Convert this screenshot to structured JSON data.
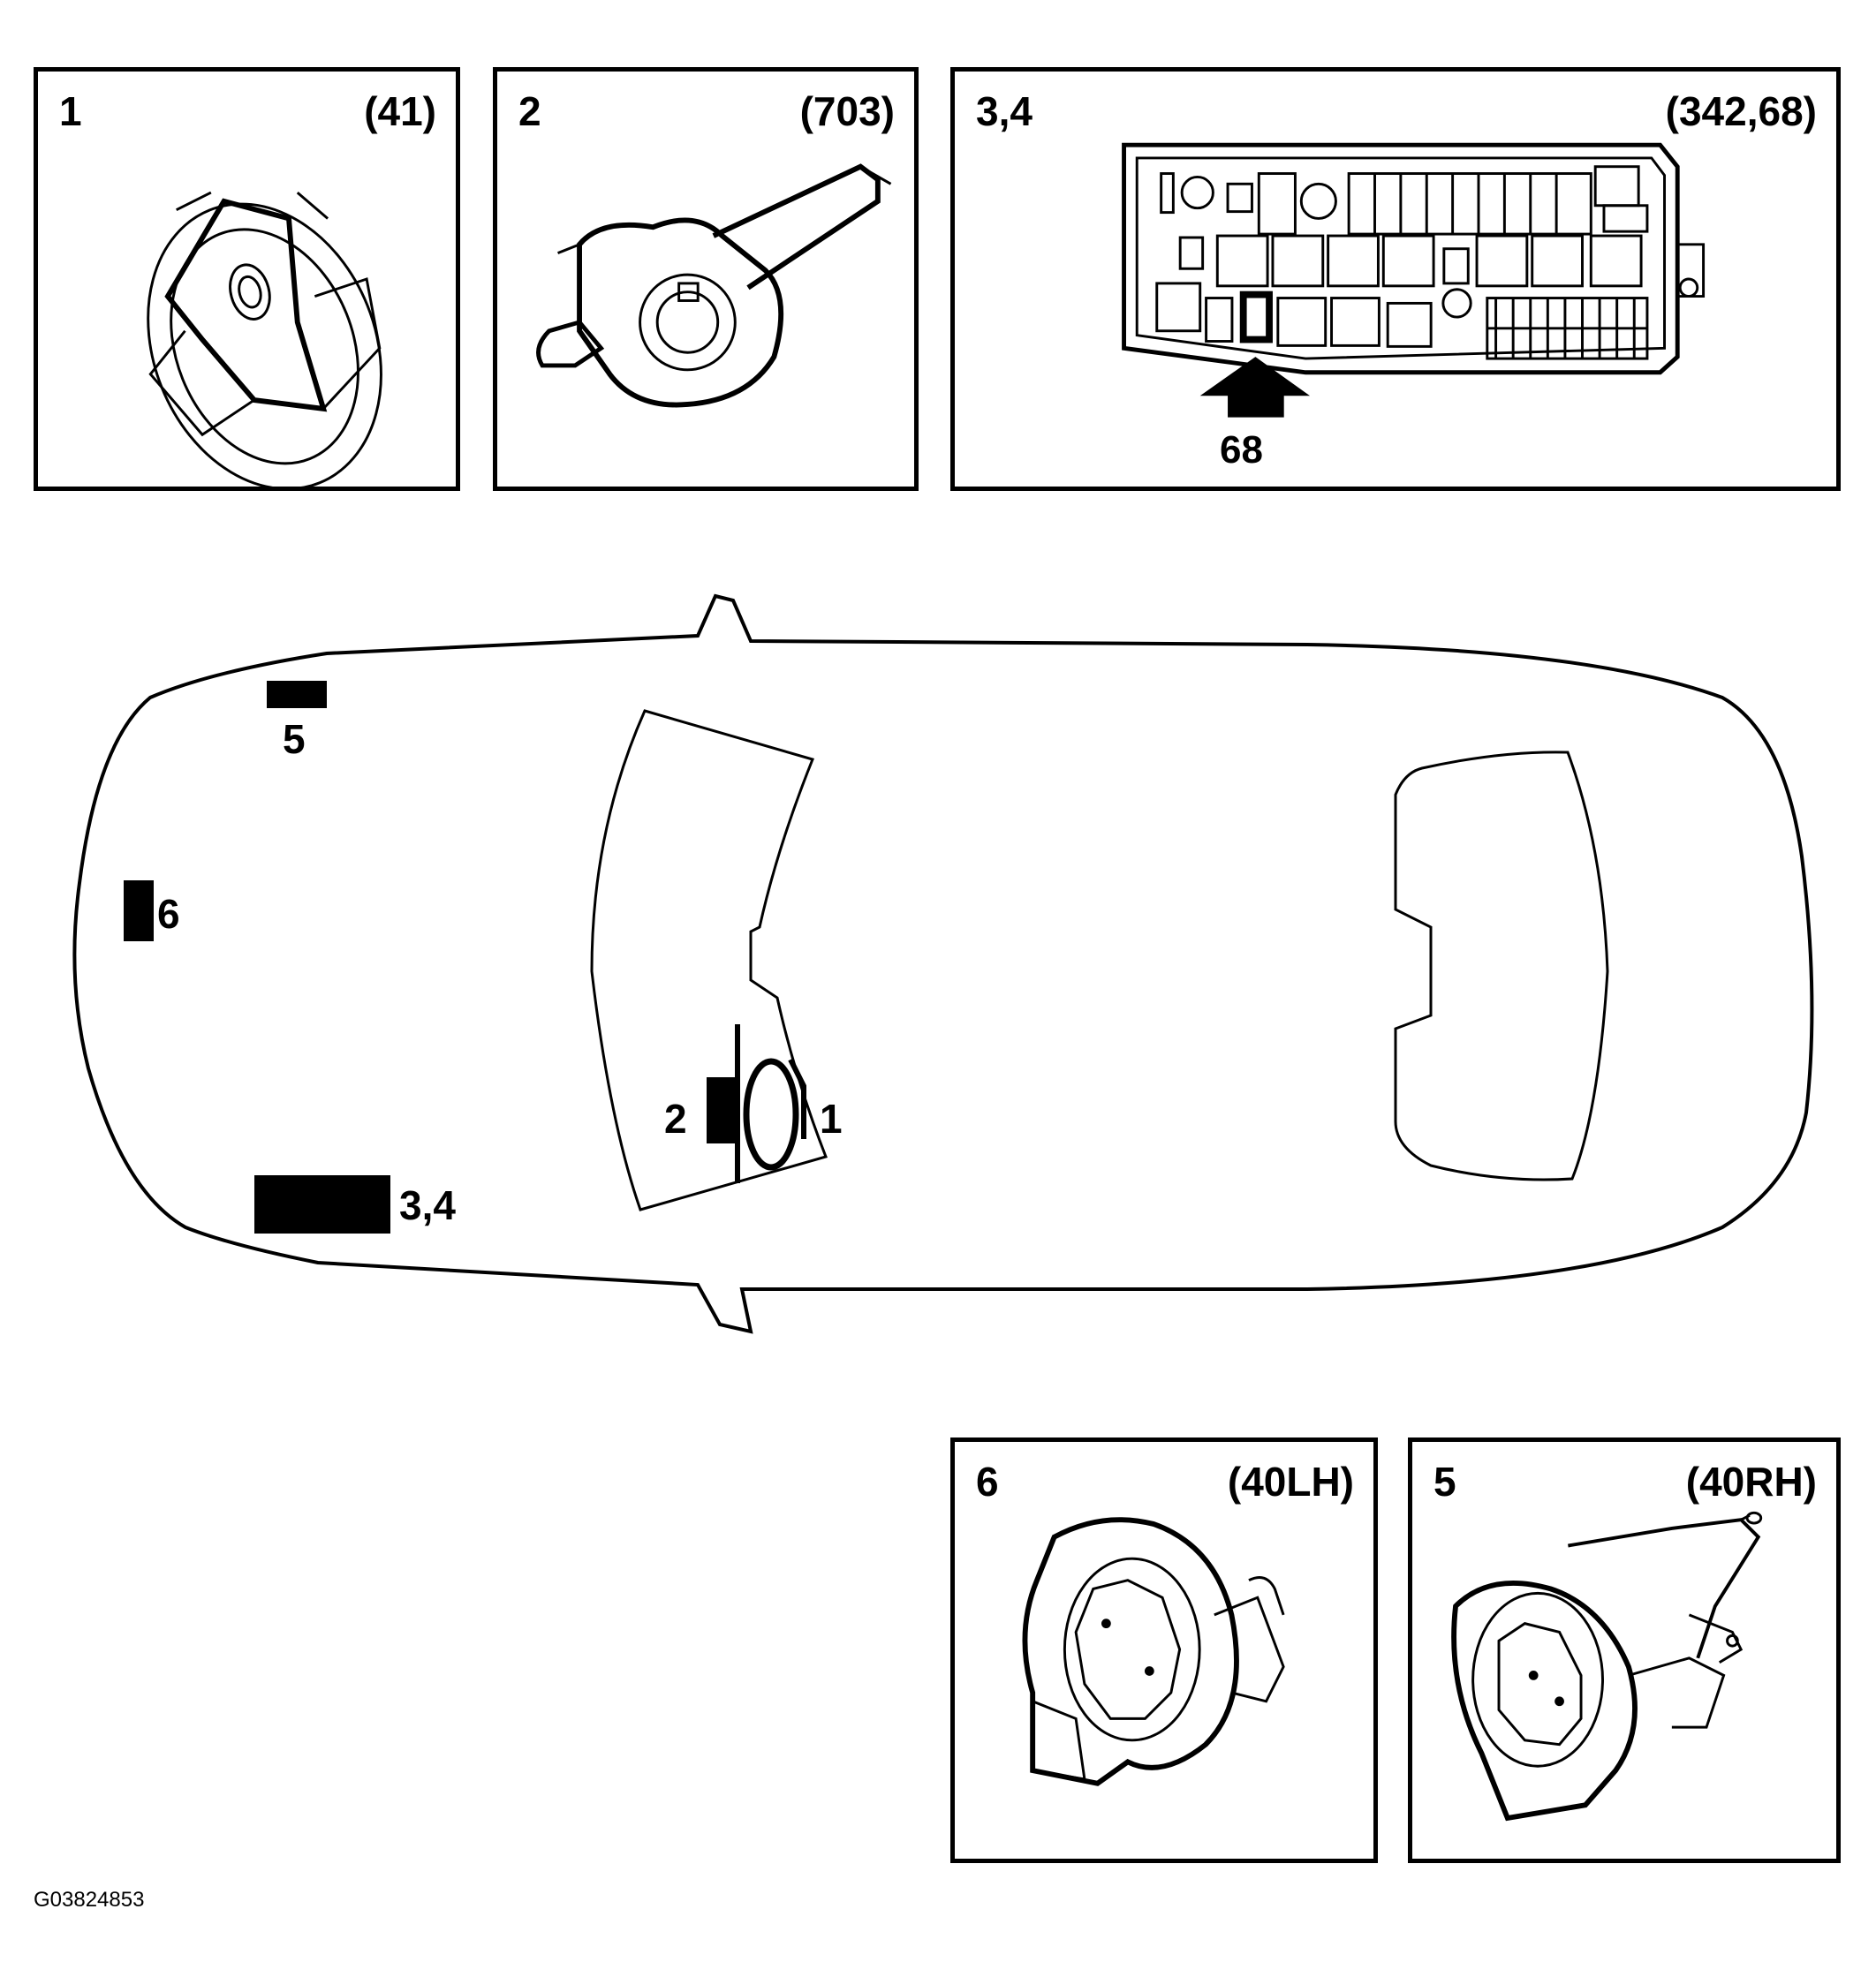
{
  "panels": [
    {
      "id": "1",
      "code": "(41)"
    },
    {
      "id": "2",
      "code": "(703)"
    },
    {
      "id": "3,4",
      "code": "(342,68)",
      "arrow_label": "68"
    },
    {
      "id": "6",
      "code": "(40LH)"
    },
    {
      "id": "5",
      "code": "(40RH)"
    }
  ],
  "car_markers": {
    "m5": "5",
    "m6": "6",
    "m34": "3,4",
    "m2": "2",
    "m1": "1"
  },
  "figure_id": "G03824853"
}
